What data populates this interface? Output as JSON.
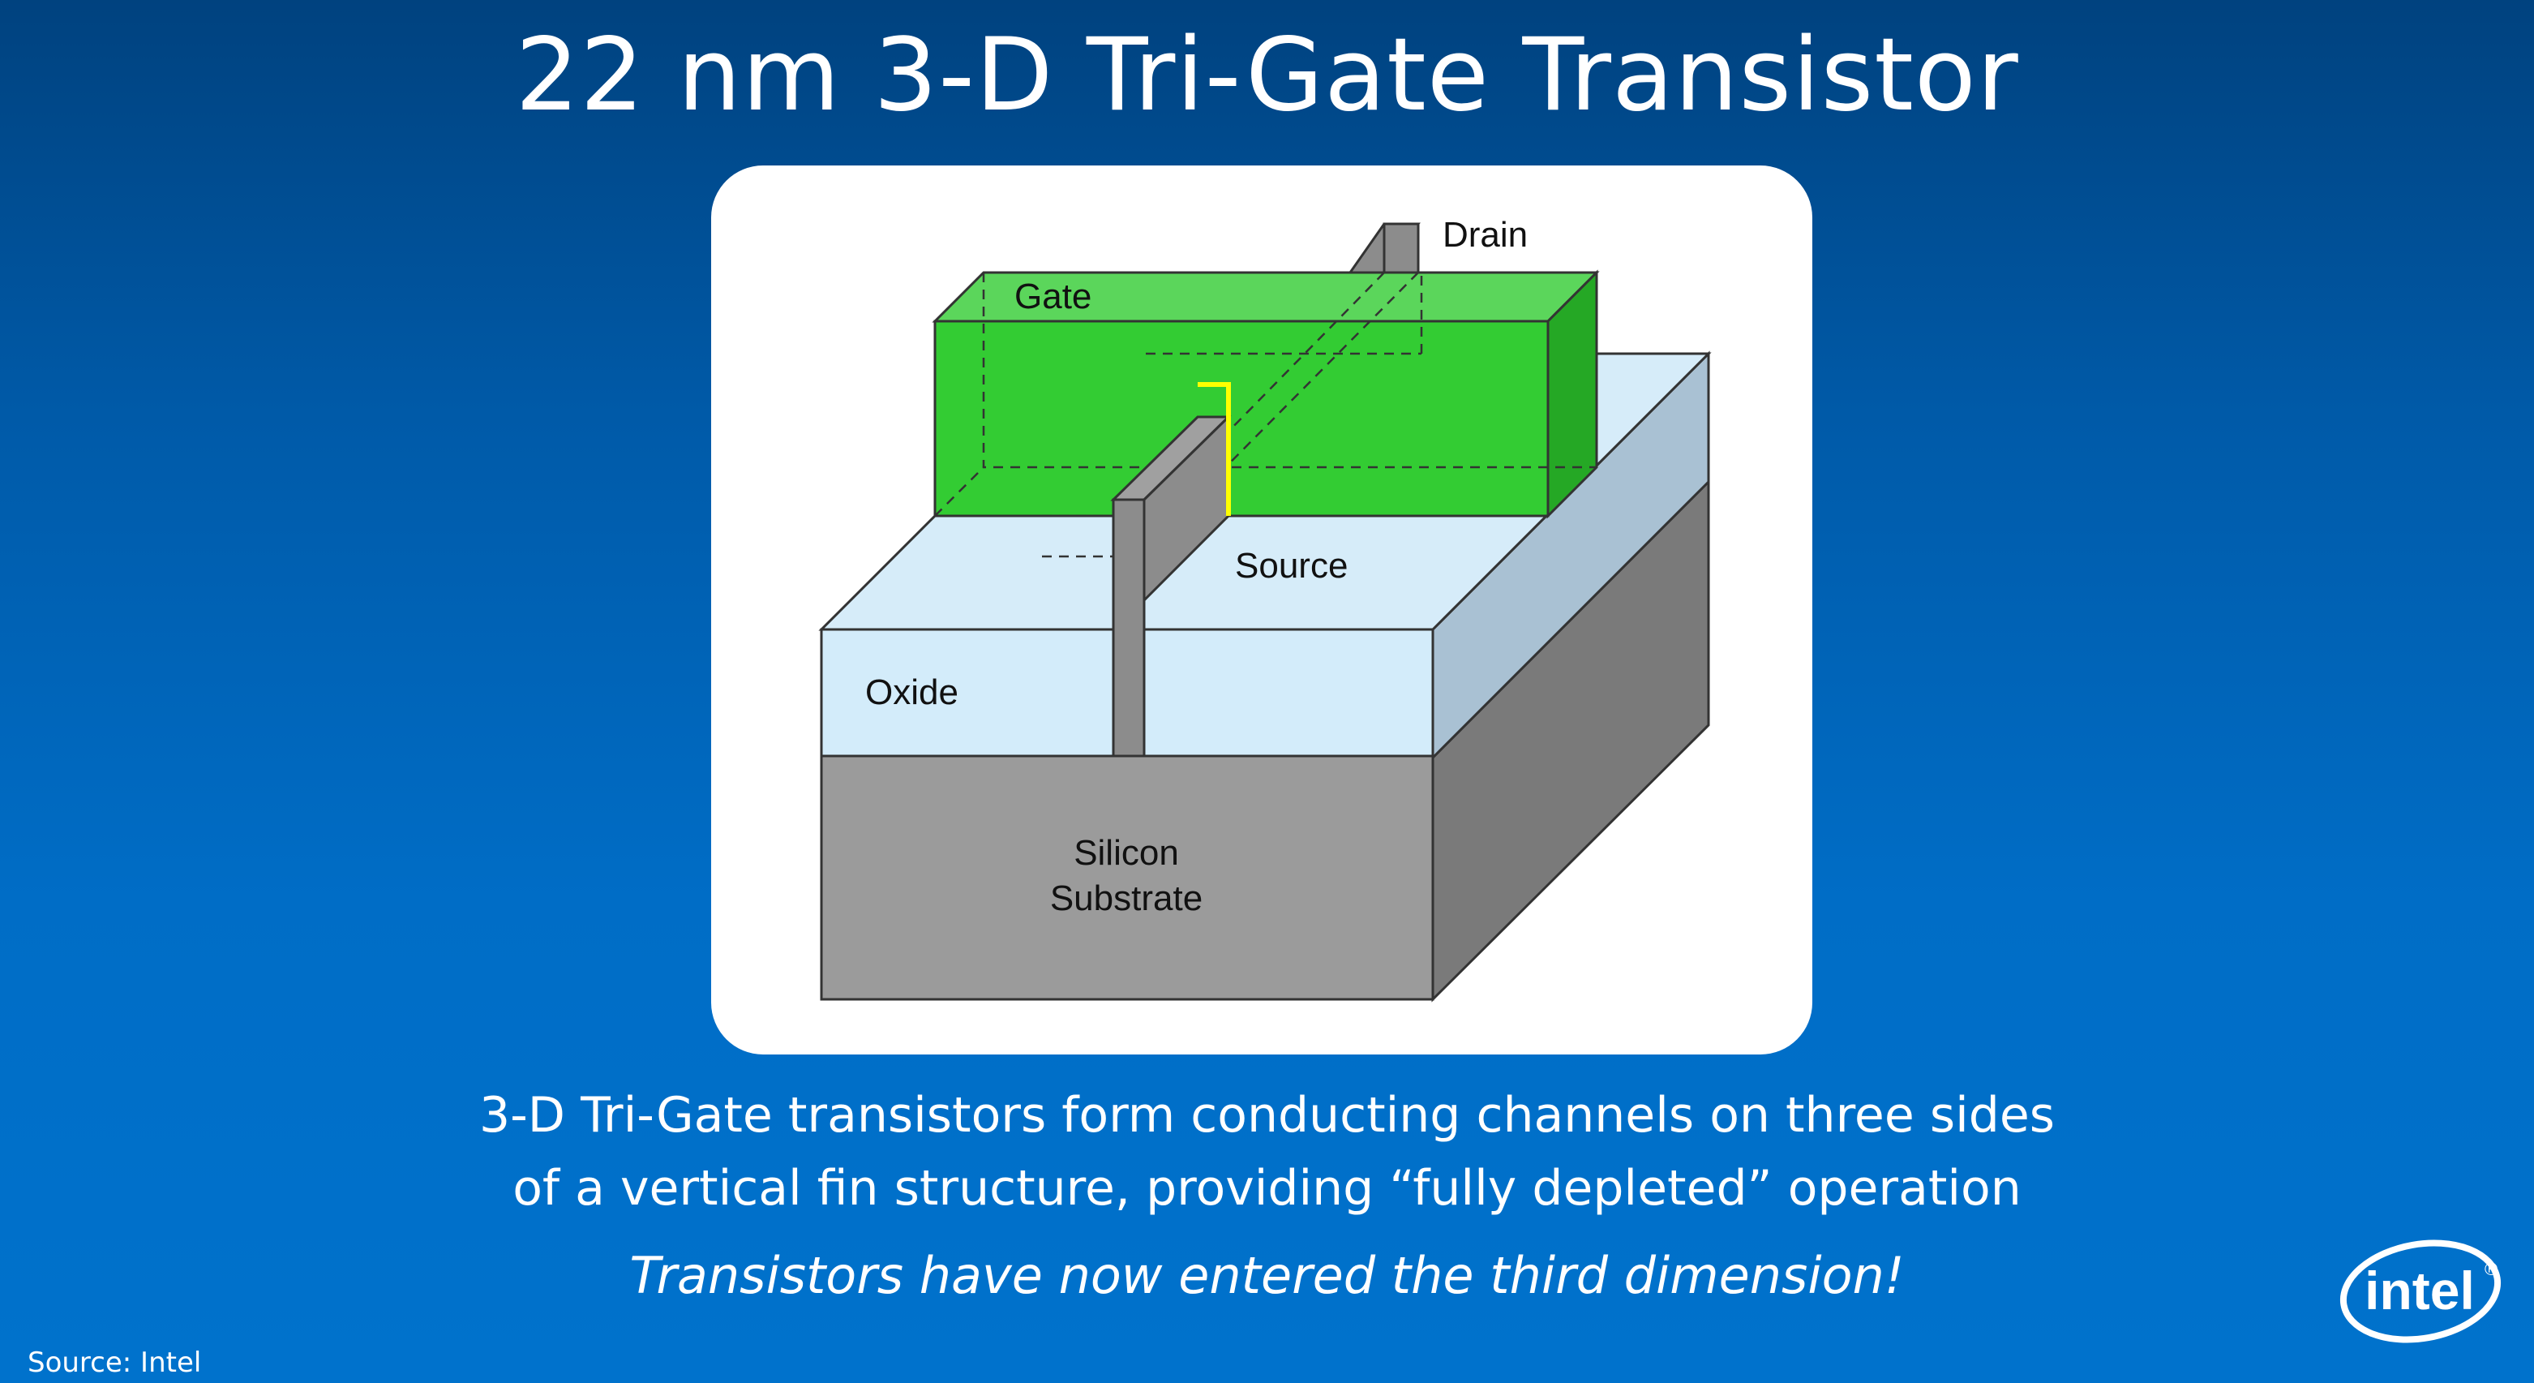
{
  "slide": {
    "title": "22 nm 3-D Tri-Gate Transistor",
    "description_line_1": "3-D Tri-Gate transistors form conducting channels on three sides",
    "description_line_2": "of a vertical fin structure, providing “fully depleted” operation",
    "tagline": "Transistors have now entered the third dimension!",
    "source": "Source: Intel",
    "logo_text": "intel",
    "logo_mark": "®"
  },
  "diagram": {
    "labels": {
      "drain": "Drain",
      "gate": "Gate",
      "source": "Source",
      "oxide": "Oxide",
      "substrate_line_1": "Silicon",
      "substrate_line_2": "Substrate"
    },
    "colors": {
      "gate_front": "#33cc33",
      "gate_top": "#5bd65b",
      "gate_side": "#25a825",
      "oxide_front": "#d3ecfa",
      "oxide_side": "#a9c1d3",
      "substrate_front": "#9b9b9b",
      "substrate_side": "#7a7a7a",
      "fin": "#8c8c8c",
      "channel_highlight": "#ffff00"
    }
  }
}
